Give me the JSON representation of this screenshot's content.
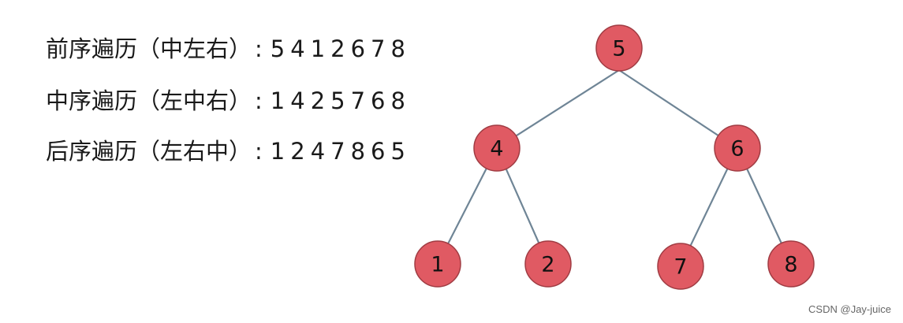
{
  "traversals": [
    {
      "label": "前序遍历（中左右）",
      "colon": ":",
      "sequence": "5412678"
    },
    {
      "label": "中序遍历（左中右）",
      "colon": ":",
      "sequence": "1425768"
    },
    {
      "label": "后序遍历（左右中）",
      "colon": ":",
      "sequence": "1247865"
    }
  ],
  "tree": {
    "nodes": [
      {
        "id": "n5",
        "label": "5",
        "parent": null,
        "side": null
      },
      {
        "id": "n4",
        "label": "4",
        "parent": "n5",
        "side": "left"
      },
      {
        "id": "n6",
        "label": "6",
        "parent": "n5",
        "side": "right"
      },
      {
        "id": "n1",
        "label": "1",
        "parent": "n4",
        "side": "left"
      },
      {
        "id": "n2",
        "label": "2",
        "parent": "n4",
        "side": "right"
      },
      {
        "id": "n7",
        "label": "7",
        "parent": "n6",
        "side": "left"
      },
      {
        "id": "n8",
        "label": "8",
        "parent": "n6",
        "side": "right"
      }
    ],
    "node_color": "#e05a63",
    "edge_color": "#6f8596"
  },
  "watermark": "CSDN @Jay-juice"
}
